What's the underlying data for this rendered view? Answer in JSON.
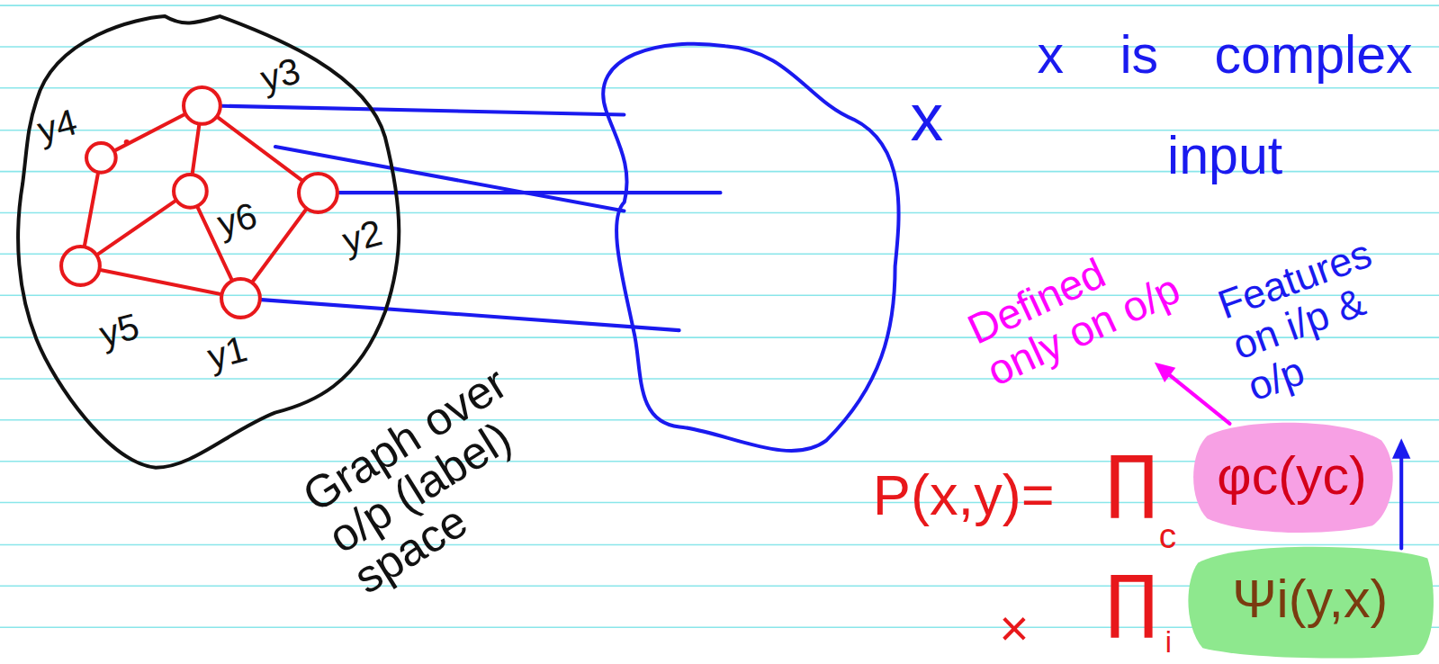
{
  "diagram": {
    "nodes": [
      {
        "text": [
          "Graph over o/p (label) space"
        ]
      },
      {
        "text": [
          "y3"
        ],
        "in": 0
      },
      {
        "text": [
          "y4"
        ],
        "in": 0
      },
      {
        "text": [
          "y6"
        ],
        "in": 0
      },
      {
        "text": [
          "y2"
        ],
        "in": 0
      },
      {
        "text": [
          "y5"
        ],
        "in": 0
      },
      {
        "text": [
          "y1"
        ],
        "in": 0
      },
      {
        "text": [
          "x"
        ]
      },
      {
        "text": [
          "φc(yc)"
        ]
      },
      {
        "text": [
          "Ψi(y,x)"
        ]
      }
    ],
    "edges": [
      {
        "from": 2,
        "to": 1,
        "arrow": "none"
      },
      {
        "from": 1,
        "to": 3,
        "arrow": "none"
      },
      {
        "from": 1,
        "to": 4,
        "arrow": "none"
      },
      {
        "from": 2,
        "to": 5,
        "arrow": "none"
      },
      {
        "from": 5,
        "to": 3,
        "arrow": "none"
      },
      {
        "from": 3,
        "to": 6,
        "arrow": "none"
      },
      {
        "from": 4,
        "to": 6,
        "arrow": "none"
      },
      {
        "from": 5,
        "to": 6,
        "arrow": "none"
      },
      {
        "from": 1,
        "to": 7,
        "arrow": "none"
      },
      {
        "from": 4,
        "to": 7,
        "arrow": "none"
      },
      {
        "from": 6,
        "to": 7,
        "arrow": "none"
      }
    ],
    "labels": [
      "x is complex input",
      "Defined only on o/p",
      "Features on i/p & o/p",
      "P(x,y)=",
      "∏",
      "c",
      "×",
      "∏",
      "i"
    ]
  }
}
